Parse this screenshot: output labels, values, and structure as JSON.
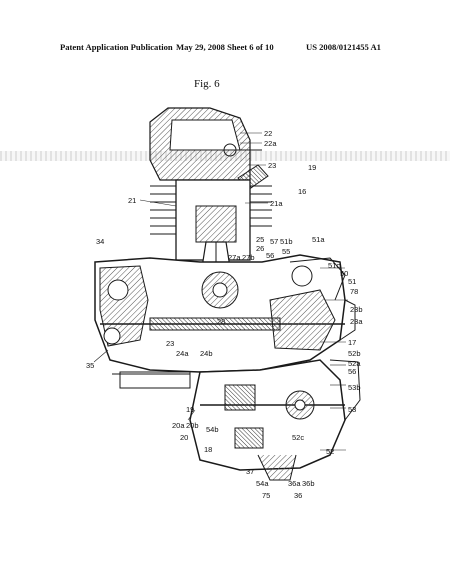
{
  "header": {
    "publication": "Patent Application Publication",
    "date_sheet": "May 29, 2008  Sheet 6 of 10",
    "number": "US 2008/0121455 A1"
  },
  "figure": {
    "title": "Fig. 6",
    "labels": [
      "22",
      "22a",
      "23",
      "19",
      "16",
      "21",
      "21a",
      "25",
      "26",
      "27a",
      "27b",
      "57",
      "56",
      "51b",
      "55",
      "51a",
      "51c",
      "50",
      "51",
      "78",
      "34",
      "23b",
      "23a",
      "17",
      "28",
      "52b",
      "52a",
      "24a",
      "23",
      "24b",
      "35",
      "56",
      "53b",
      "53",
      "19",
      "20a",
      "20b",
      "20",
      "54b",
      "52c",
      "18",
      "52",
      "37",
      "54a",
      "36a",
      "36b",
      "36",
      "75"
    ]
  },
  "colors": {
    "line": "#1a1a1a",
    "hatch": "#555555"
  }
}
